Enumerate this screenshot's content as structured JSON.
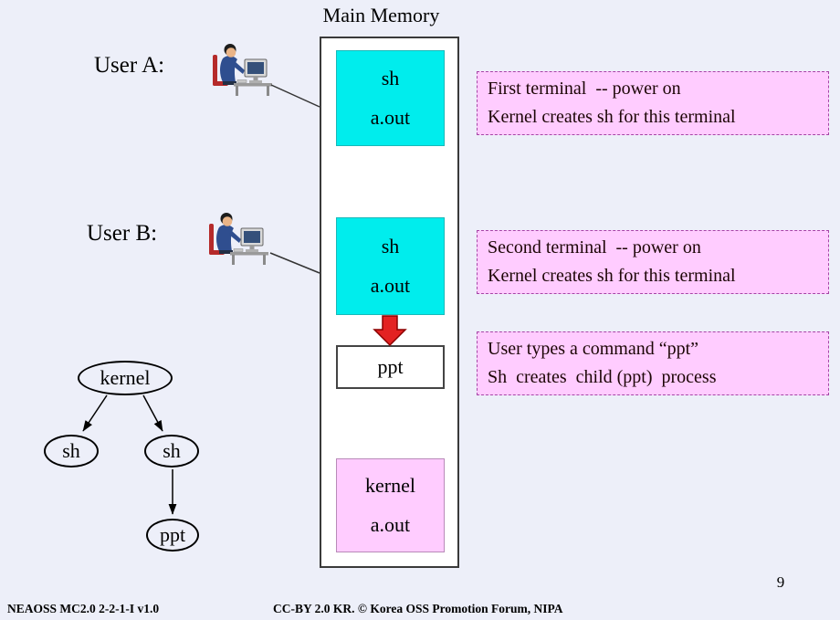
{
  "title": "Main Memory",
  "users": [
    {
      "label": "User A:"
    },
    {
      "label": "User B:"
    }
  ],
  "memory": {
    "blocks": [
      {
        "name": "sh-a",
        "line1": "sh",
        "line2": "a.out",
        "color": "#00EDED"
      },
      {
        "name": "sh-b",
        "line1": "sh",
        "line2": "a.out",
        "color": "#00EDED"
      },
      {
        "name": "ppt",
        "line1": "ppt",
        "color": "#FFFFFF"
      },
      {
        "name": "kernel",
        "line1": "kernel",
        "line2": "a.out",
        "color": "#FFCCFF"
      }
    ]
  },
  "annotations": [
    {
      "line1": "First terminal  -- power on",
      "line2": "Kernel creates sh for this terminal"
    },
    {
      "line1": "Second terminal  -- power on",
      "line2": "Kernel creates sh for this terminal"
    },
    {
      "line1": "User types a command “ppt”",
      "line2": "Sh  creates  child (ppt)  process"
    }
  ],
  "process_tree": {
    "kernel": "kernel",
    "sh_left": "sh",
    "sh_right": "sh",
    "ppt": "ppt"
  },
  "page_number": "9",
  "footer": {
    "left": "NEAOSS MC2.0 2-2-1-I v1.0",
    "center": "CC-BY 2.0 KR. © Korea OSS Promotion Forum, NIPA"
  },
  "colors": {
    "background": "#EDEFF9",
    "memory_fill": "#FFFFFF",
    "terminal_block": "#00EDED",
    "kernel_block": "#FFCCFF",
    "annotation_fill": "#FFCCFF",
    "annotation_border": "#A644A6",
    "arrow_red": "#E32222"
  }
}
